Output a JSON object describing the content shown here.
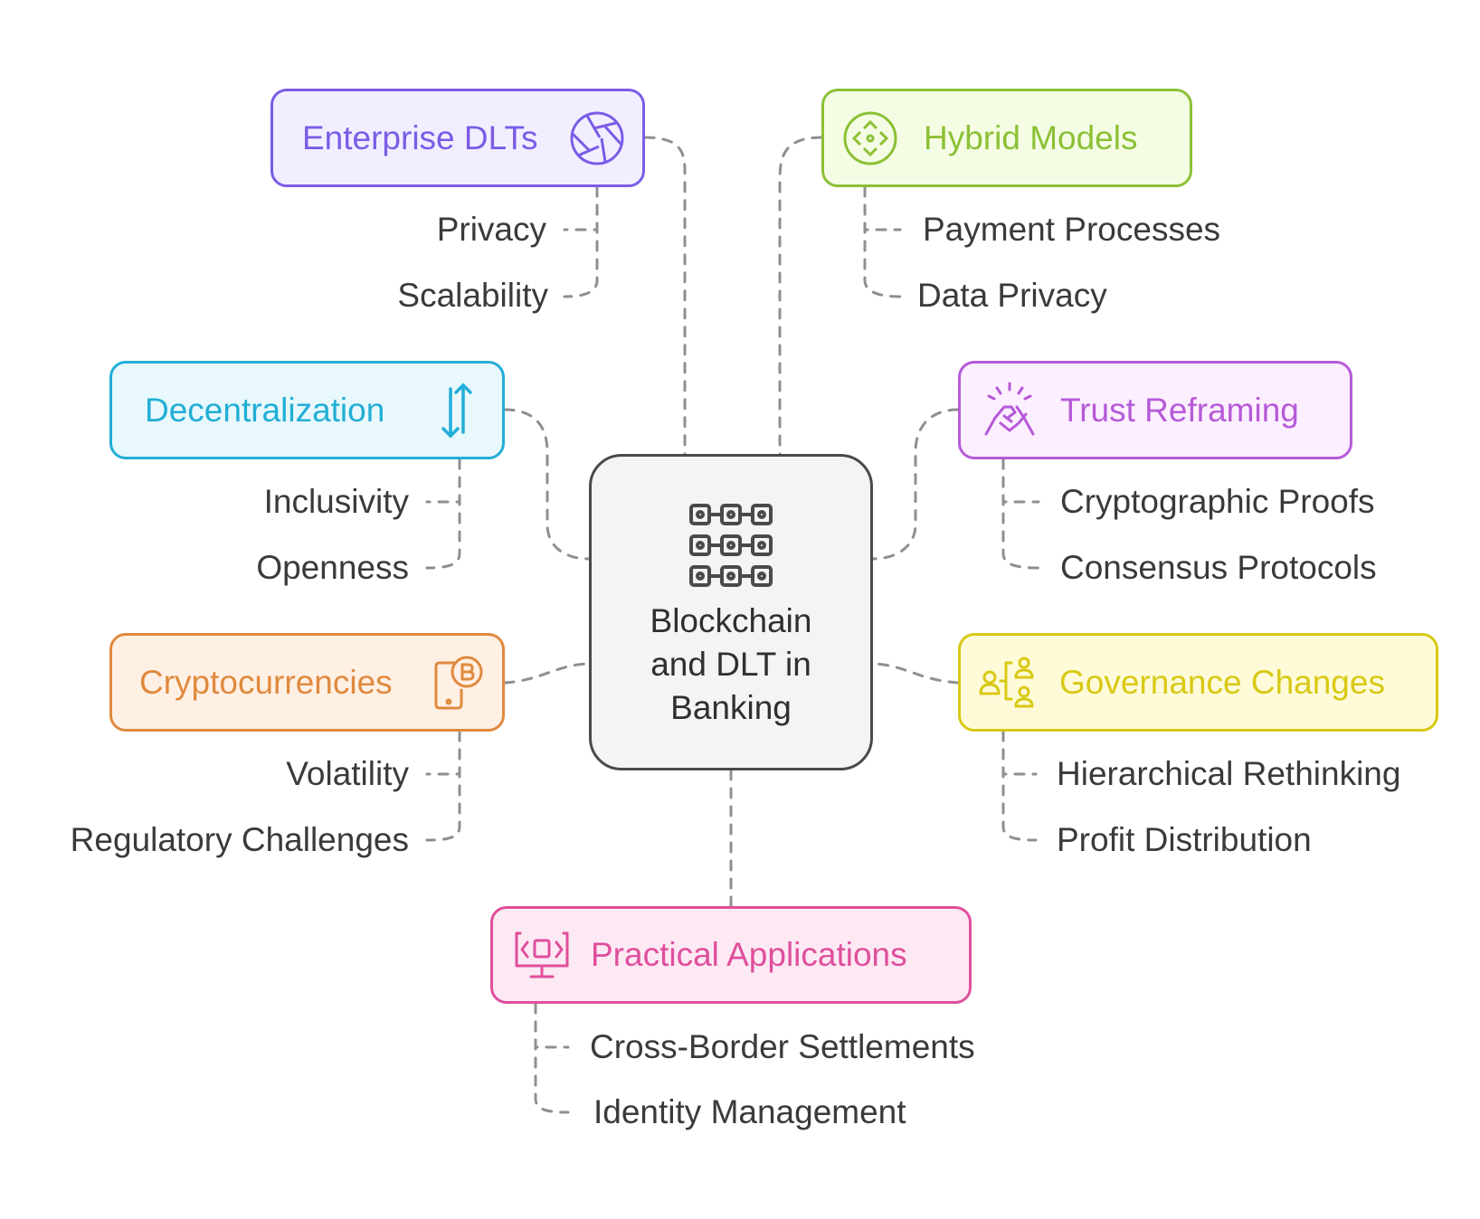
{
  "center": {
    "title_lines": [
      "Blockchain",
      "and DLT in",
      "Banking"
    ],
    "icon": "blockchain-grid-icon"
  },
  "colors": {
    "connector": "#8f8f8f",
    "center_border": "#4a4a4a",
    "center_fill": "#f4f4f4",
    "sub_text": "#3a3a3a"
  },
  "branches": {
    "enterprise": {
      "label": "Enterprise DLTs",
      "icon": "aperture-icon",
      "color": "#7b5ce6",
      "fill": "#f1efff",
      "items": [
        "Privacy",
        "Scalability"
      ]
    },
    "hybrid": {
      "label": "Hybrid Models",
      "icon": "diamond-arrows-icon",
      "color": "#8cc035",
      "fill": "#f4fde4",
      "items": [
        "Payment Processes",
        "Data Privacy"
      ]
    },
    "decentralization": {
      "label": "Decentralization",
      "icon": "up-down-arrows-icon",
      "color": "#22aed6",
      "fill": "#e8f8fd",
      "items": [
        "Inclusivity",
        "Openness"
      ]
    },
    "trust": {
      "label": "Trust Reframing",
      "icon": "handshake-icon",
      "color": "#b65ad8",
      "fill": "#fcefff",
      "items": [
        "Cryptographic Proofs",
        "Consensus Protocols"
      ]
    },
    "crypto": {
      "label": "Cryptocurrencies",
      "icon": "bitcoin-phone-icon",
      "color": "#df8a3e",
      "fill": "#fff0e4",
      "items": [
        "Volatility",
        "Regulatory Challenges"
      ]
    },
    "governance": {
      "label": "Governance Changes",
      "icon": "people-structure-icon",
      "color": "#d8c915",
      "fill": "#fffbd8",
      "items": [
        "Hierarchical Rethinking",
        "Profit Distribution"
      ]
    },
    "practical": {
      "label": "Practical Applications",
      "icon": "code-monitor-icon",
      "color": "#df4f9c",
      "fill": "#fde9f4",
      "items": [
        "Cross-Border Settlements",
        "Identity Management"
      ]
    }
  }
}
